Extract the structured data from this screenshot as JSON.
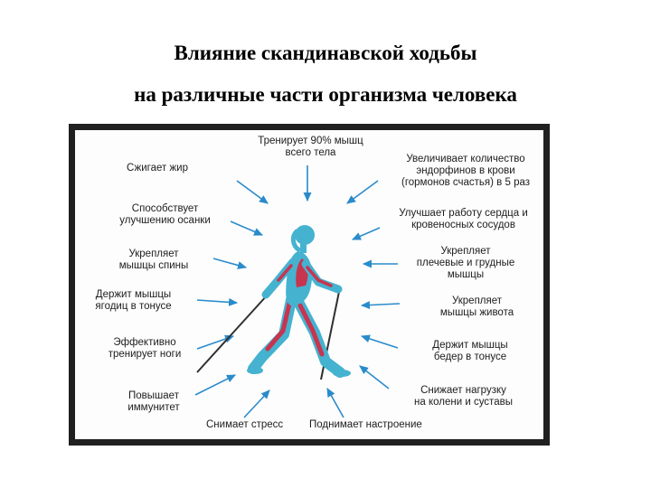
{
  "title": {
    "line1": "Влияние скандинавской ходьбы",
    "line2": "на различные части организма человека"
  },
  "diagram": {
    "labels": {
      "burns_fat": "Сжигает жир",
      "trains_90": "Тренирует 90% мышц\nвсего тела",
      "endorphins": "Увеличивает количество\nэндорфинов в крови\n(гормонов счастья) в 5 раз",
      "posture": "Способствует\nулучшению осанки",
      "heart": "Улучшает работу сердца и\nкровеносных сосудов",
      "back": "Укрепляет\nмышцы спины",
      "shoulders": "Укрепляет\nплечевые и грудные\nмышцы",
      "glutes": "Держит мышцы\nягодиц в тонусе",
      "abs": "Укрепляет\nмышцы живота",
      "legs": "Эффективно\nтренирует ноги",
      "thighs": "Держит мышцы\nбедер в тонусе",
      "immunity": "Повышает\nиммунитет",
      "joints": "Снижает нагрузку\nна колени и суставы",
      "stress": "Снимает стресс",
      "mood": "Поднимает настроение"
    },
    "colors": {
      "arrow": "#2a8bcb",
      "body": "#45b2d0",
      "muscle": "#c8344e",
      "frame": "#202020"
    }
  }
}
